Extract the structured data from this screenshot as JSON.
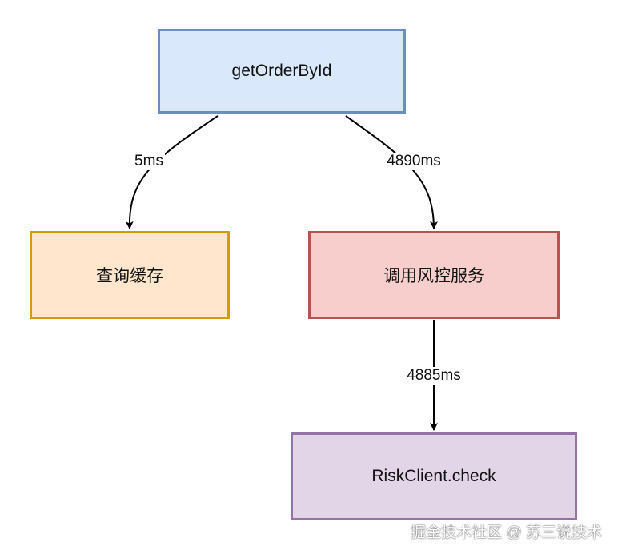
{
  "nodes": {
    "root": {
      "label": "getOrderById",
      "fill": "#dae8fc",
      "stroke": "#6c8ebf"
    },
    "cache": {
      "label": "查询缓存",
      "fill": "#ffe6cc",
      "stroke": "#d79b00"
    },
    "risk": {
      "label": "调用风控服务",
      "fill": "#f8cecc",
      "stroke": "#b85450"
    },
    "check": {
      "label": "RiskClient.check",
      "fill": "#e1d5e7",
      "stroke": "#9673a6"
    }
  },
  "edges": [
    {
      "from": "root",
      "to": "cache",
      "label": "5ms"
    },
    {
      "from": "root",
      "to": "risk",
      "label": "4890ms"
    },
    {
      "from": "risk",
      "to": "check",
      "label": "4885ms"
    }
  ],
  "watermark": "掘金技术社区 @ 苏三说技术"
}
